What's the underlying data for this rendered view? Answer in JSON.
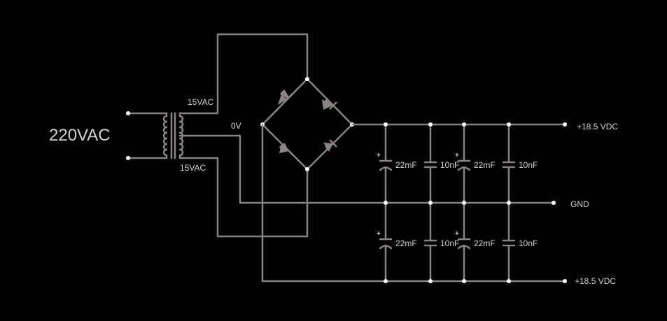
{
  "schematic": {
    "input_label": "220VAC",
    "secondary_top_label": "15VAC",
    "secondary_bottom_label": "15VAC",
    "center_tap_label": "0V",
    "out_positive_label": "+18.5 VDC",
    "out_gnd_label": "GND",
    "out_negative_label": "+18.5 VDC",
    "cap_top_1": "22mF",
    "cap_top_2": "10nF",
    "cap_top_3": "22mF",
    "cap_top_4": "10nF",
    "cap_bot_1": "22mF",
    "cap_bot_2": "10nF",
    "cap_bot_3": "22mF",
    "cap_bot_4": "10nF",
    "polarity_mark": "+"
  },
  "colors": {
    "background": "#000000",
    "wire": "#8c8282",
    "node": "#ffffff",
    "text": "#d0d0d0"
  }
}
